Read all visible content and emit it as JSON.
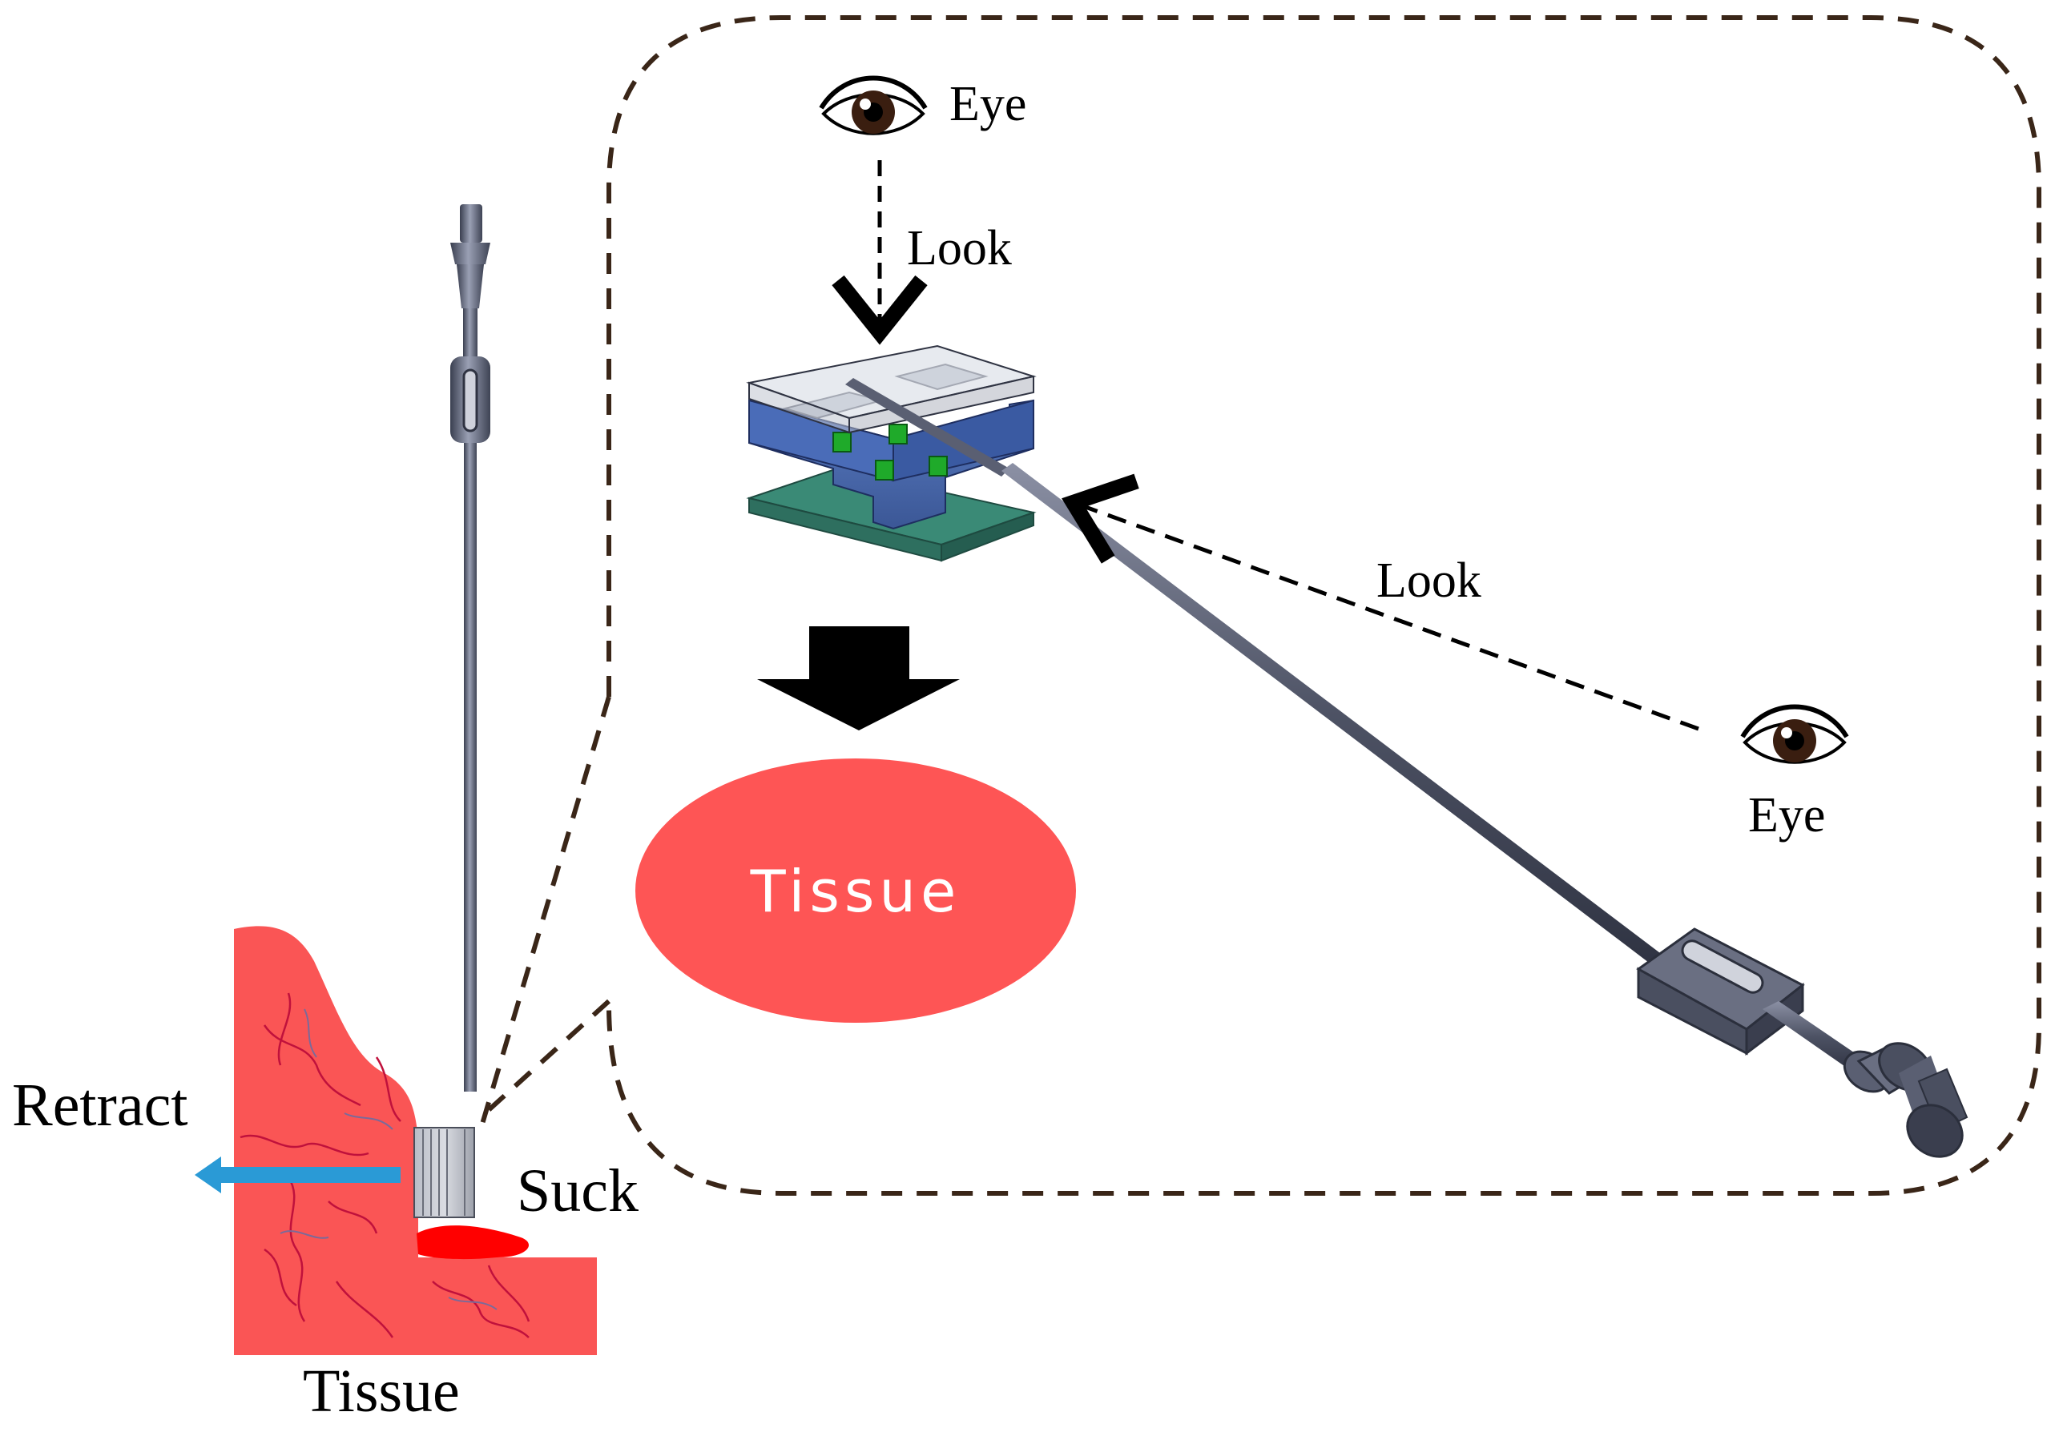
{
  "labels": {
    "eye_top": "Eye",
    "look_top": "Look",
    "look_right": "Look",
    "eye_right": "Eye",
    "tissue_oval": "Tissue",
    "retract": "Retract",
    "suck": "Suck",
    "tissue_bottom": "Tissue"
  },
  "colors": {
    "tissue": "#fa5555",
    "tissue_oval": "#fe5555",
    "blood": "#ff0000",
    "vessels": "#c0113c",
    "retract_arrow": "#2a9ad6",
    "dashed_frame": "#3a2618",
    "instrument": "#555a6c",
    "sensor_body": "#4a6aae",
    "sensor_base": "#3a8a76",
    "sensor_lid": "#c8ccd6",
    "sensor_chip": "#1faa2a"
  }
}
